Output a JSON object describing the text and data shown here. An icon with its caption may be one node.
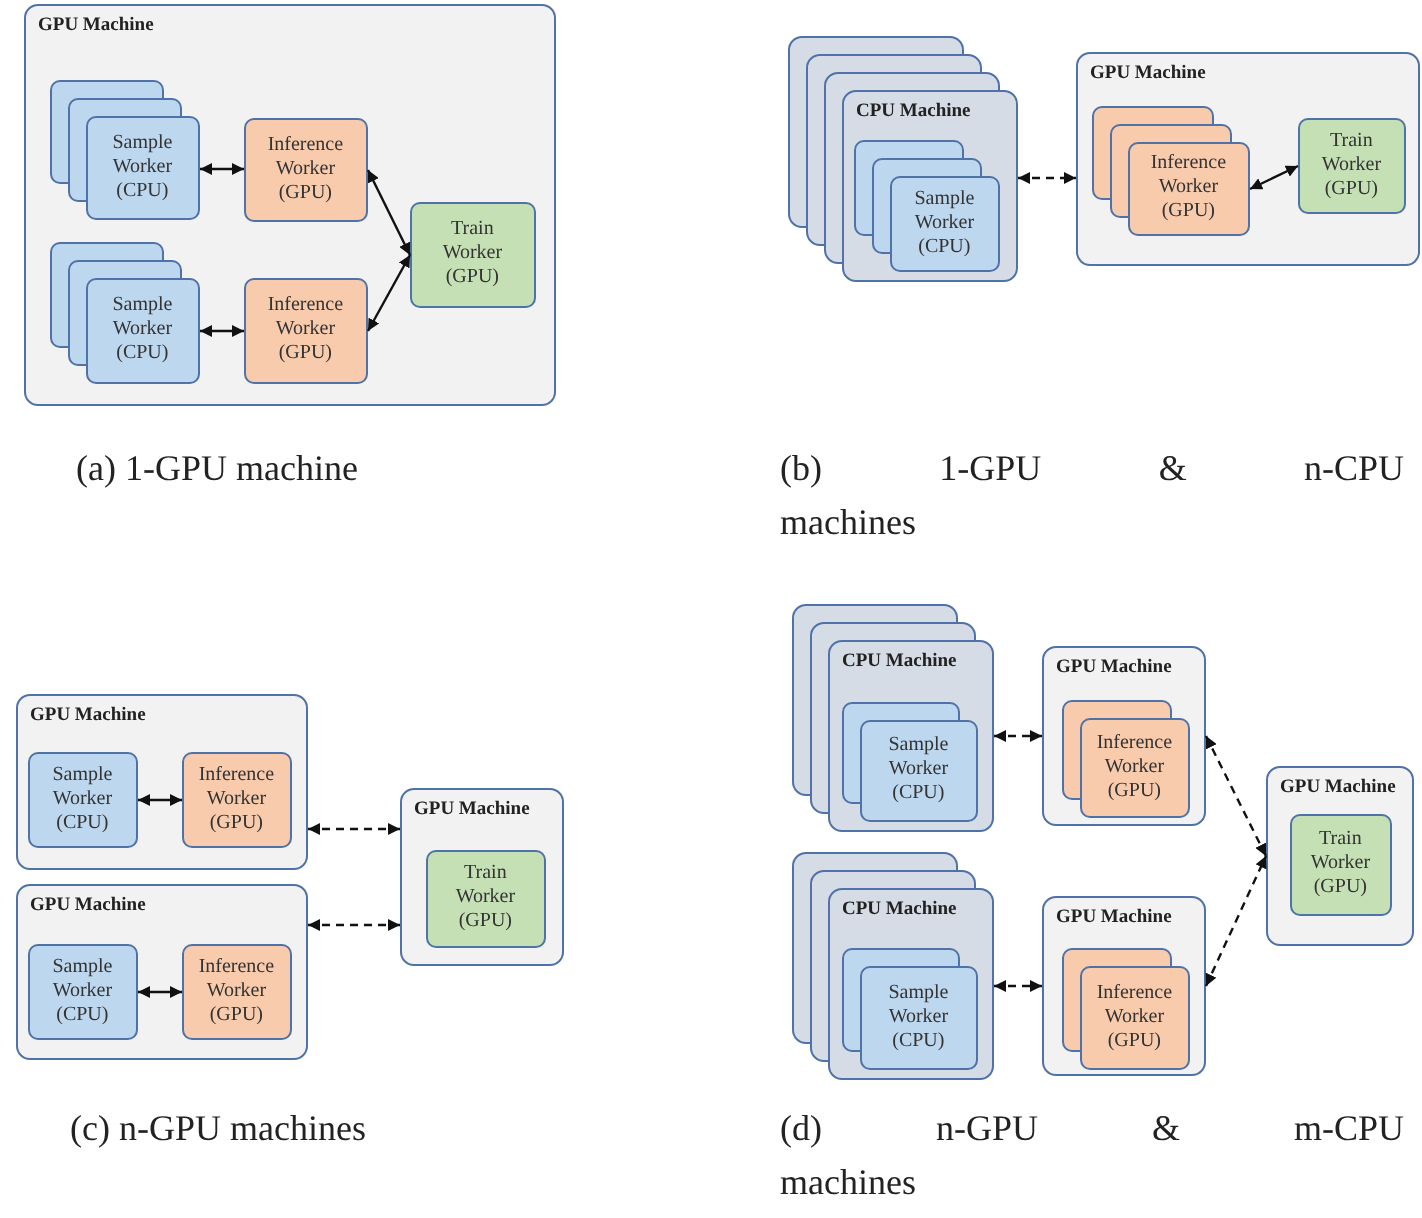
{
  "diagram": {
    "nodes": [
      {
        "text": [
          "GPU Machine"
        ]
      },
      {
        "text": [
          "Sample Worker (CPU)"
        ],
        "in": 0
      },
      {
        "text": [
          "Inference Worker (GPU)"
        ],
        "in": 0
      },
      {
        "text": [
          "Train Worker (GPU)"
        ],
        "in": 0
      },
      {
        "text": [
          "Sample Worker (CPU)"
        ],
        "in": 0
      },
      {
        "text": [
          "Inference Worker (GPU)"
        ],
        "in": 0
      },
      {
        "text": [
          "CPU Machine"
        ]
      },
      {
        "text": [
          "Sample Worker (CPU)"
        ],
        "in": 6
      },
      {
        "text": [
          "GPU Machine"
        ]
      },
      {
        "text": [
          "Inference Worker (GPU)"
        ],
        "in": 8
      },
      {
        "text": [
          "Train Worker (GPU)"
        ],
        "in": 8
      },
      {
        "text": [
          "GPU Machine"
        ]
      },
      {
        "text": [
          "Sample Worker (CPU)"
        ],
        "in": 11
      },
      {
        "text": [
          "Inference Worker (GPU)"
        ],
        "in": 11
      },
      {
        "text": [
          "GPU Machine"
        ]
      },
      {
        "text": [
          "Sample Worker (CPU)"
        ],
        "in": 14
      },
      {
        "text": [
          "Inference Worker (GPU)"
        ],
        "in": 14
      },
      {
        "text": [
          "GPU Machine"
        ]
      },
      {
        "text": [
          "Train Worker (GPU)"
        ],
        "in": 17
      },
      {
        "text": [
          "CPU Machine"
        ]
      },
      {
        "text": [
          "Sample Worker (CPU)"
        ],
        "in": 19
      },
      {
        "text": [
          "GPU Machine"
        ]
      },
      {
        "text": [
          "Inference Worker (GPU)"
        ],
        "in": 21
      },
      {
        "text": [
          "CPU Machine"
        ]
      },
      {
        "text": [
          "Sample Worker (CPU)"
        ],
        "in": 23
      },
      {
        "text": [
          "GPU Machine"
        ]
      },
      {
        "text": [
          "Inference Worker (GPU)"
        ],
        "in": 25
      },
      {
        "text": [
          "GPU Machine"
        ]
      },
      {
        "text": [
          "Train Worker (GPU)"
        ],
        "in": 27
      }
    ],
    "edges": [
      {
        "from": 1,
        "to": 2,
        "arrow": "both"
      },
      {
        "from": 2,
        "to": 3,
        "arrow": "both"
      },
      {
        "from": 5,
        "to": 3,
        "arrow": "both"
      },
      {
        "from": 4,
        "to": 5,
        "arrow": "both"
      },
      {
        "from": 6,
        "to": 8,
        "arrow": "both",
        "style": "dashed"
      },
      {
        "from": 9,
        "to": 10,
        "arrow": "both"
      },
      {
        "from": 12,
        "to": 13,
        "arrow": "both"
      },
      {
        "from": 11,
        "to": 17,
        "arrow": "both",
        "style": "dashed"
      },
      {
        "from": 14,
        "to": 17,
        "arrow": "both",
        "style": "dashed"
      },
      {
        "from": 15,
        "to": 16,
        "arrow": "both"
      },
      {
        "from": 19,
        "to": 21,
        "arrow": "both",
        "style": "dashed"
      },
      {
        "from": 21,
        "to": 27,
        "arrow": "both",
        "style": "dashed"
      },
      {
        "from": 23,
        "to": 25,
        "arrow": "both",
        "style": "dashed"
      },
      {
        "from": 25,
        "to": 27,
        "arrow": "both",
        "style": "dashed"
      }
    ],
    "labels": [
      "(a) 1-GPU machine",
      "(b) 1-GPU & n-CPU machines",
      "(c) n-GPU machines",
      "(d) n-GPU & m-CPU machines"
    ]
  }
}
